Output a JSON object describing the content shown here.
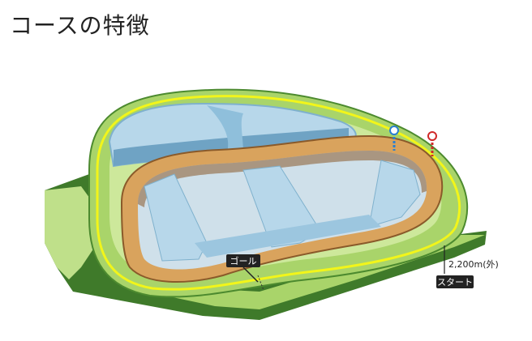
{
  "page": {
    "title": "コースの特徴"
  },
  "course": {
    "goal_label": "ゴール",
    "start_label": "スタート",
    "distance_label": "2,200m(外)",
    "markers": [
      {
        "name": "blue-furlong-marker",
        "color": "#2a7fd0"
      },
      {
        "name": "red-furlong-marker",
        "color": "#d02a2a"
      }
    ]
  },
  "colors": {
    "outer_turf": "#a9d46a",
    "outer_turf_dark": "#4c8a2f",
    "rail": "#f2f51a",
    "dirt": "#d9a35d",
    "dirt_edge": "#8a5a2a",
    "water": "#b7d7ea",
    "water_edge": "#7fb1cd"
  }
}
